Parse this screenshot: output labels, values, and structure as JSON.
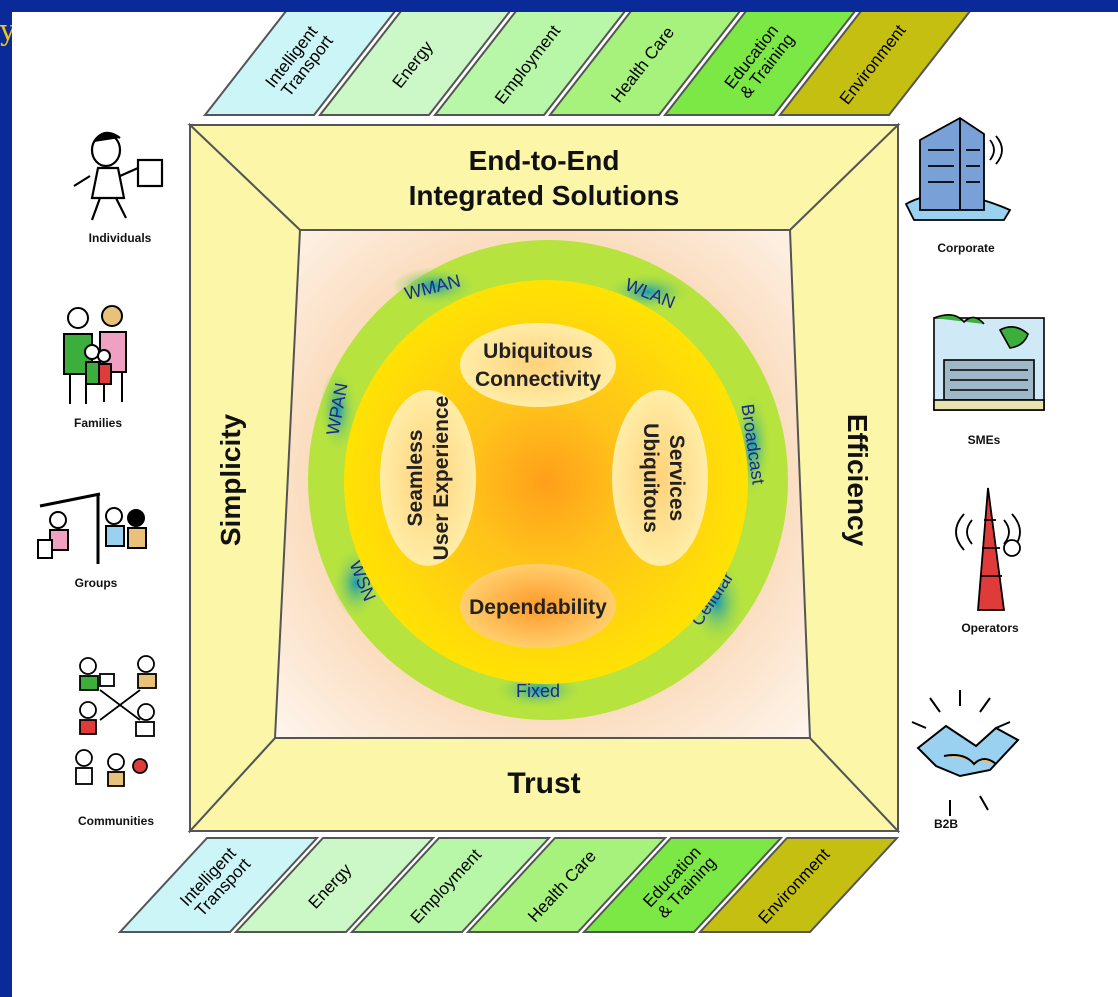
{
  "slide_title_fragment": "y",
  "sectors_top": [
    {
      "line1": "Intelligent",
      "line2": "Transport",
      "color": "#ccf5f7"
    },
    {
      "line1": "Energy",
      "line2": "",
      "color": "#ccf8c8"
    },
    {
      "line1": "Employment",
      "line2": "",
      "color": "#b8f6a8"
    },
    {
      "line1": "Health Care",
      "line2": "",
      "color": "#a6f27c"
    },
    {
      "line1": "Education",
      "line2": "& Training",
      "color": "#7be845"
    },
    {
      "line1": "Environment",
      "line2": "",
      "color": "#c4bf11"
    }
  ],
  "sectors_bottom": [
    {
      "line1": "Intelligent",
      "line2": "Transport",
      "color": "#ccf5f7"
    },
    {
      "line1": "Energy",
      "line2": "",
      "color": "#ccf8c8"
    },
    {
      "line1": "Employment",
      "line2": "",
      "color": "#b8f6a8"
    },
    {
      "line1": "Health Care",
      "line2": "",
      "color": "#a6f27c"
    },
    {
      "line1": "Education",
      "line2": "& Training",
      "color": "#7be845"
    },
    {
      "line1": "Environment",
      "line2": "",
      "color": "#c4bf11"
    }
  ],
  "frame": {
    "top_line1": "End-to-End",
    "top_line2": "Integrated Solutions",
    "bottom": "Trust",
    "left": "Simplicity",
    "right": "Efficiency"
  },
  "networks": {
    "wman": "WMAN",
    "wlan": "WLAN",
    "wpan": "WPAN",
    "broadcast": "Broadcast",
    "wsn": "WSN",
    "cellular": "Cellular",
    "fixed": "Fixed"
  },
  "core": {
    "ubiquitous_connectivity_1": "Ubiquitous",
    "ubiquitous_connectivity_2": "Connectivity",
    "seamless_1": "Seamless",
    "seamless_2": "User Experience",
    "ubiquitous_services_1": "Ubiquitous",
    "ubiquitous_services_2": "Services",
    "dependability": "Dependability"
  },
  "users_left": [
    "Individuals",
    "Families",
    "Groups",
    "Communities"
  ],
  "users_right": [
    "Corporate",
    "SMEs",
    "Operators",
    "B2B"
  ],
  "colors": {
    "background": "#0b2a9a",
    "frame": "#fbf6a8",
    "ring": "#b6e33e",
    "core": "#ffd600",
    "text": "#111111"
  }
}
